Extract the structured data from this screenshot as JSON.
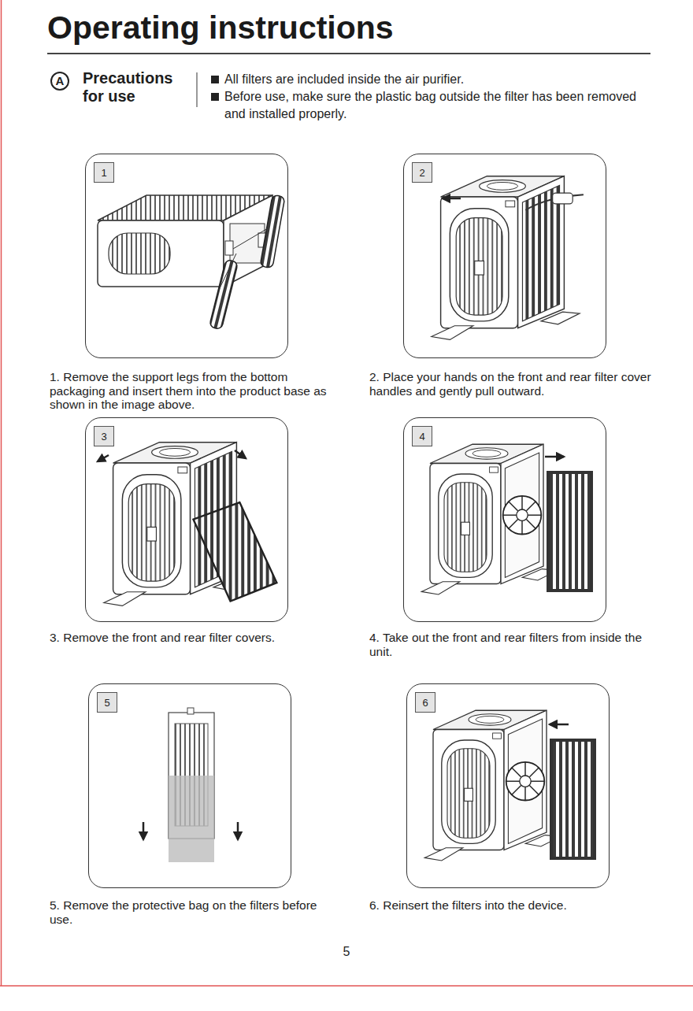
{
  "diagram": {
    "title": "Operating instructions",
    "nodes": [
      {
        "text": [
          "1. Remove the support legs from the bottom packaging and insert them into the product base as shown in the image above."
        ]
      },
      {
        "text": [
          "1"
        ],
        "in": 0
      },
      {
        "text": [
          "2. Place your hands on the front and rear filter cover handles and gently pull outward."
        ]
      },
      {
        "text": [
          "2"
        ],
        "in": 2
      },
      {
        "text": [
          "3. Remove the front and rear filter covers."
        ]
      },
      {
        "text": [
          "3"
        ],
        "in": 4
      },
      {
        "text": [
          "4. Take out the front and rear filters from inside the unit."
        ]
      },
      {
        "text": [
          "4"
        ],
        "in": 6
      },
      {
        "text": [
          "5. Remove the protective bag on the filters before use."
        ]
      },
      {
        "text": [
          "5"
        ],
        "in": 8
      },
      {
        "text": [
          "6. Reinsert the filters into the device."
        ]
      },
      {
        "text": [
          "6"
        ],
        "in": 10
      }
    ],
    "labels": [
      "A",
      "Precautions for use",
      "All filters are included inside the air purifier.",
      "Before use, make sure the plastic bag outside the filter has been removed and installed properly.",
      "5"
    ]
  }
}
